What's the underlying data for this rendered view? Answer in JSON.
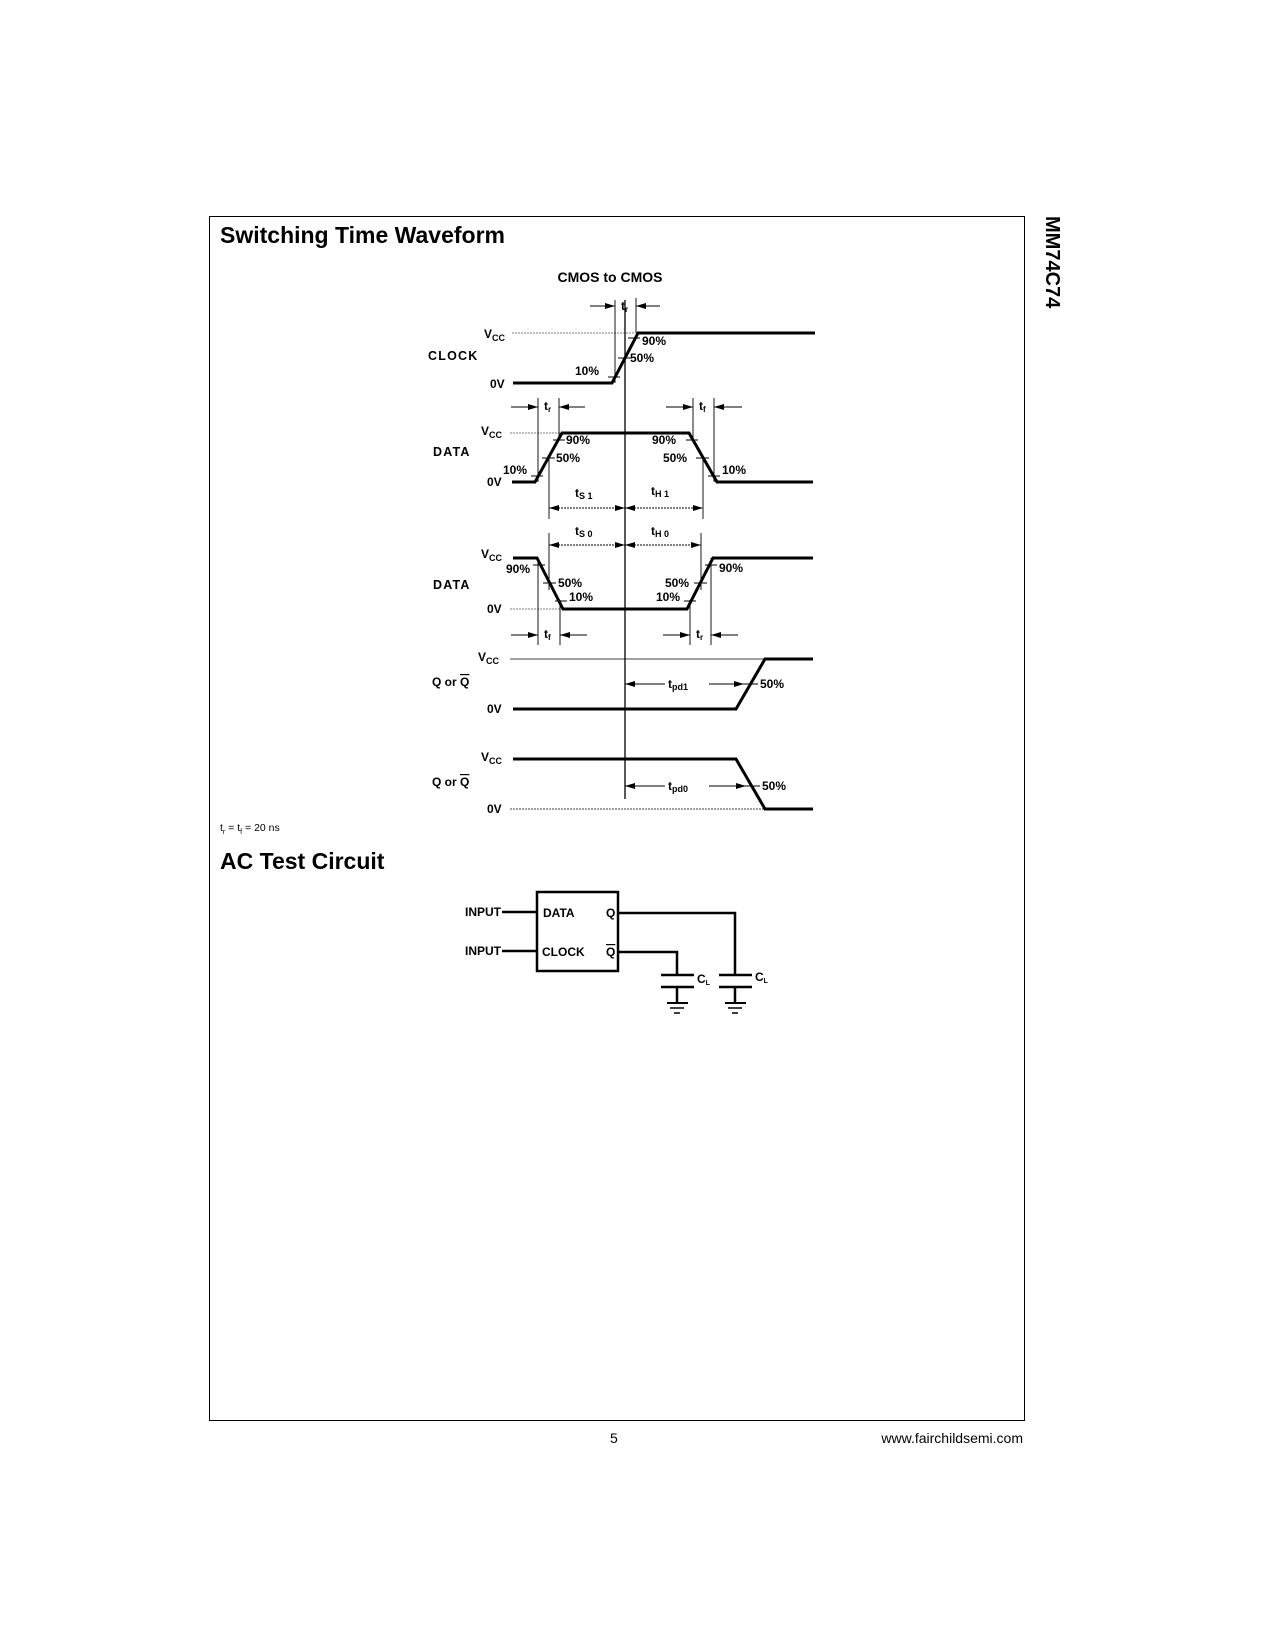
{
  "page": {
    "side_label": "MM74C74",
    "page_number": "5",
    "website": "www.fairchildsemi.com"
  },
  "switching": {
    "title": "Switching Time Waveform",
    "subtitle": "CMOS to CMOS",
    "note": {
      "tr": "t",
      "tr_sub": "r",
      "eq1": " = t",
      "tf_sub": "f",
      "eq2": " = 20 ns"
    },
    "levels": {
      "vcc": "V",
      "vcc_sub": "CC",
      "zero": "0V"
    },
    "signals": {
      "clock": "CLOCK",
      "data": "DATA",
      "q": "Q or ",
      "qbar": "Q"
    },
    "percents": {
      "p10": "10%",
      "p50": "50%",
      "p90": "90%"
    },
    "timing": {
      "t": "t",
      "r": "r",
      "f": "f",
      "s1": "S 1",
      "h1": "H 1",
      "s0": "S 0",
      "h0": "H 0",
      "pd1": "pd1",
      "pd0": "pd0"
    }
  },
  "ac_circuit": {
    "title": "AC Test Circuit",
    "input_data": "INPUT",
    "input_clock": "INPUT",
    "pin_data": "DATA",
    "pin_clock": "CLOCK",
    "pin_q": "Q",
    "pin_qbar": "Q",
    "cap_label": "C",
    "cap_sub": "L"
  }
}
